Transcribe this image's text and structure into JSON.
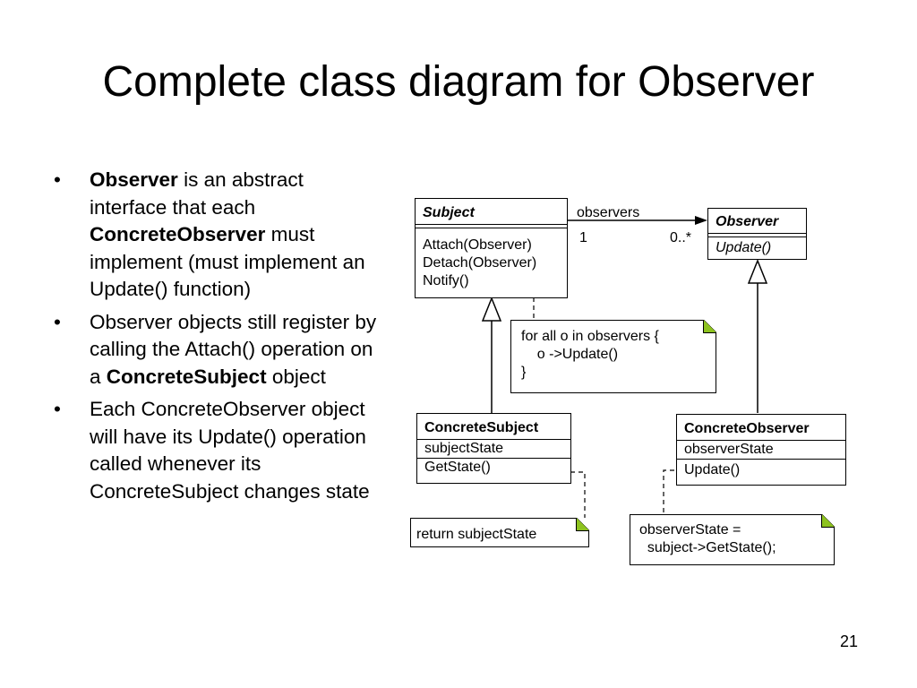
{
  "title": "Complete class diagram for Observer",
  "bullets": [
    {
      "bold": "Observer",
      "text": " is an abstract interface that each ",
      "bold2": "ConcreteObserver",
      "text2": " must implement (must implement an Update() function)"
    },
    {
      "text": "Observer objects still register by calling the Attach() operation on a ",
      "bold": "ConcreteSubject",
      "text2": " object"
    },
    {
      "text": "Each ConcreteObserver object will have its Update() operation called whenever its ConcreteSubject changes state"
    }
  ],
  "bullet_marker": "•",
  "classes": {
    "subject": {
      "name": "Subject",
      "operations": [
        "Attach(Observer)",
        "Detach(Observer)",
        "Notify()"
      ]
    },
    "observer": {
      "name": "Observer",
      "operations": [
        "Update()"
      ]
    },
    "concrete_subject": {
      "name": "ConcreteSubject",
      "attributes": [
        "subjectState"
      ],
      "operations": [
        "GetState()"
      ]
    },
    "concrete_observer": {
      "name": "ConcreteObserver",
      "attributes": [
        "observerState"
      ],
      "operations": [
        "Update()"
      ]
    }
  },
  "association": {
    "label": "observers",
    "source_multiplicity": "1",
    "target_multiplicity": "0..*"
  },
  "notes": {
    "notify": [
      "for all o in observers {",
      "    o ->Update()",
      "}"
    ],
    "getstate": [
      "return subjectState"
    ],
    "update": [
      "observerState =",
      "  subject->GetState();"
    ]
  },
  "colors": {
    "note_fold": "#8dc21f",
    "line": "#000000"
  },
  "page_number": "21"
}
